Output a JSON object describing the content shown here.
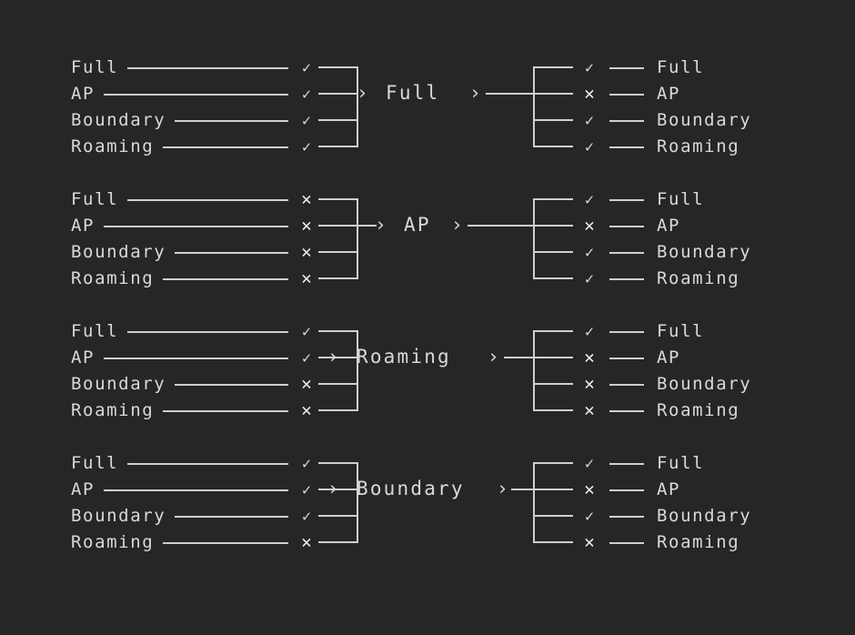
{
  "theme": {
    "background": "#262626",
    "foreground": "#d9d9d9",
    "line": "#cfcfcf",
    "mark_strong": "#f0f0f0"
  },
  "glyphs": {
    "check": "✓",
    "cross": "✕",
    "caret": "›",
    "arrow_head": "›"
  },
  "blocks": [
    {
      "center_label": "Full",
      "inputs": [
        {
          "label": "Full",
          "mark": "check"
        },
        {
          "label": "AP",
          "mark": "check"
        },
        {
          "label": "Boundary",
          "mark": "check"
        },
        {
          "label": "Roaming",
          "mark": "check"
        }
      ],
      "outputs": [
        {
          "mark": "check",
          "label": "Full"
        },
        {
          "mark": "cross",
          "label": "AP"
        },
        {
          "mark": "check",
          "label": "Boundary"
        },
        {
          "mark": "check",
          "label": "Roaming"
        }
      ]
    },
    {
      "center_label": "AP",
      "inputs": [
        {
          "label": "Full",
          "mark": "cross"
        },
        {
          "label": "AP",
          "mark": "cross"
        },
        {
          "label": "Boundary",
          "mark": "cross"
        },
        {
          "label": "Roaming",
          "mark": "cross"
        }
      ],
      "outputs": [
        {
          "mark": "check",
          "label": "Full"
        },
        {
          "mark": "cross",
          "label": "AP"
        },
        {
          "mark": "check",
          "label": "Boundary"
        },
        {
          "mark": "check",
          "label": "Roaming"
        }
      ]
    },
    {
      "center_label": "Roaming",
      "inputs": [
        {
          "label": "Full",
          "mark": "check"
        },
        {
          "label": "AP",
          "mark": "check"
        },
        {
          "label": "Boundary",
          "mark": "cross"
        },
        {
          "label": "Roaming",
          "mark": "cross"
        }
      ],
      "outputs": [
        {
          "mark": "check",
          "label": "Full"
        },
        {
          "mark": "cross",
          "label": "AP"
        },
        {
          "mark": "cross",
          "label": "Boundary"
        },
        {
          "mark": "cross",
          "label": "Roaming"
        }
      ]
    },
    {
      "center_label": "Boundary",
      "inputs": [
        {
          "label": "Full",
          "mark": "check"
        },
        {
          "label": "AP",
          "mark": "check"
        },
        {
          "label": "Boundary",
          "mark": "check"
        },
        {
          "label": "Roaming",
          "mark": "cross"
        }
      ],
      "outputs": [
        {
          "mark": "check",
          "label": "Full"
        },
        {
          "mark": "cross",
          "label": "AP"
        },
        {
          "mark": "check",
          "label": "Boundary"
        },
        {
          "mark": "cross",
          "label": "Roaming"
        }
      ]
    }
  ]
}
